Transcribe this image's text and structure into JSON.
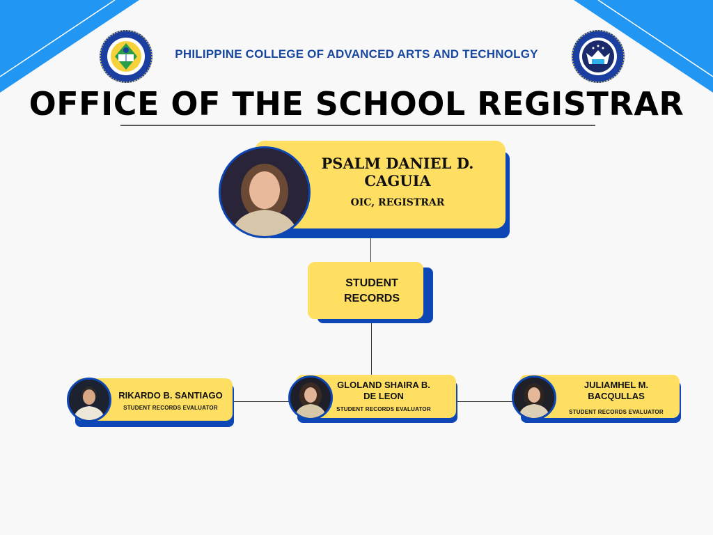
{
  "header": {
    "college_name": "PHILIPPINE COLLEGE OF ADVANCED ARTS AND TECHNOLGY",
    "office_title": "OFFICE OF THE SCHOOL REGISTRAR",
    "logo_left_text": "PHILIPPINE COLLEGE OF ADVANCED ARTS AND TECHNOLOGY • 2021 •",
    "logo_right_text": "PHILIPPINE COLLEGE OF ADVANCED ARTS AND TECHNOLOGY • 2021 •"
  },
  "head": {
    "name_line1": "PSALM DANIEL D.",
    "name_line2": "CAGUIA",
    "role": "OIC, REGISTRAR"
  },
  "department": {
    "line1": "STUDENT",
    "line2": "RECORDS"
  },
  "staff": [
    {
      "name_line1": "RIKARDO B. SANTIAGO",
      "name_line2": "",
      "role": "STUDENT RECORDS EVALUATOR"
    },
    {
      "name_line1": "GLOLAND SHAIRA B.",
      "name_line2": "DE LEON",
      "role": "STUDENT RECORDS EVALUATOR"
    },
    {
      "name_line1": "JULIAMHEL M.",
      "name_line2": "BACQULLAS",
      "role": "STUDENT RECORDS EVALUATOR"
    }
  ],
  "colors": {
    "card_fill": "#ffdf61",
    "card_shadow": "#0d47b5",
    "college_text": "#17479e",
    "corner_blue": "#1e90ff"
  }
}
